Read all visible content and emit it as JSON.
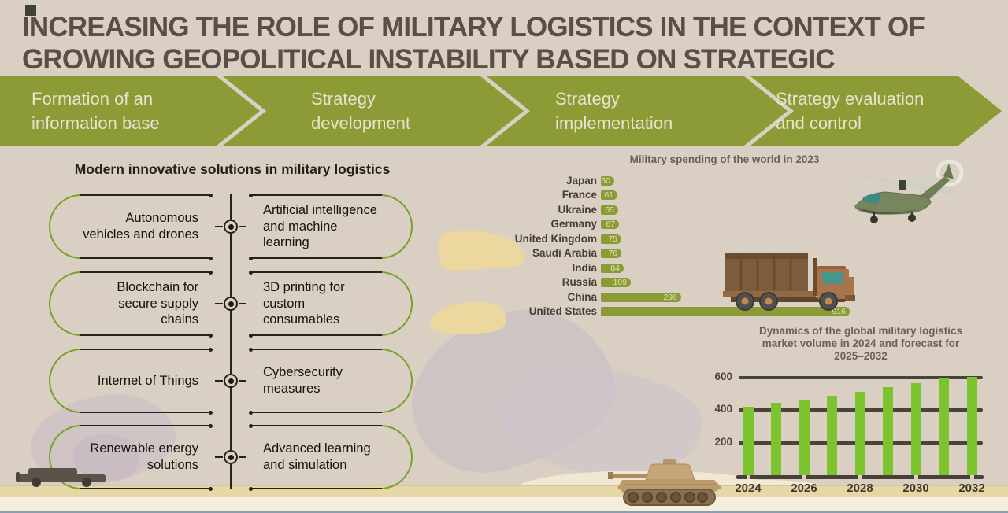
{
  "slide": {
    "title_lines": [
      "INCREASING THE ROLE OF MILITARY LOGISTICS IN THE CONTEXT OF",
      "GROWING GEOPOLITICAL INSTABILITY BASED ON STRATEGIC"
    ]
  },
  "process_steps": [
    {
      "label": "Formation of an\ninformation base"
    },
    {
      "label": "Strategy\ndevelopment"
    },
    {
      "label": "Strategy\nimplementation"
    },
    {
      "label": "Strategy evaluation\nand control"
    }
  ],
  "solutions": {
    "heading": "Modern innovative solutions in military logistics",
    "rows": [
      {
        "left": "Autonomous vehicles and drones",
        "right": "Artificial intelligence and machine learning"
      },
      {
        "left": "Blockchain for secure supply chains",
        "right": "3D printing for custom consumables"
      },
      {
        "left": "Internet of Things",
        "right": "Cybersecurity measures"
      },
      {
        "left": "Renewable energy solutions",
        "right": "Advanced learning and simulation"
      }
    ]
  },
  "chart_data": [
    {
      "type": "bar",
      "orientation": "horizontal",
      "title": "Military spending of the world in 2023",
      "categories": [
        "Japan",
        "France",
        "Ukraine",
        "Germany",
        "United Kingdom",
        "Saudi Arabia",
        "India",
        "Russia",
        "China",
        "United States"
      ],
      "values": [
        50,
        61,
        65,
        67,
        75,
        76,
        84,
        109,
        296,
        916
      ],
      "bar_color": "#8d9b36",
      "value_label_position": "inside-end",
      "grid": false
    },
    {
      "type": "bar",
      "title": "Dynamics of the global military logistics market volume in 2024 and forecast for 2025–2032",
      "title_lines": [
        "Dynamics of the global military logistics",
        "market volume in 2024 and forecast for",
        "2025–2032"
      ],
      "categories": [
        "2024",
        "2025",
        "2026",
        "2027",
        "2028",
        "2029",
        "2030",
        "2031",
        "2032"
      ],
      "values": [
        420,
        445,
        465,
        490,
        515,
        540,
        565,
        595,
        605
      ],
      "x_tick_labels": [
        "2024",
        "2026",
        "2028",
        "2030",
        "2032"
      ],
      "y_ticks": [
        200,
        400,
        600
      ],
      "ylim": [
        0,
        640
      ],
      "bar_color": "#7cc42d",
      "grid": true
    }
  ],
  "colors": {
    "background": "#d9cfc2",
    "olive_accent": "#8d9b36",
    "bright_green": "#7cc42d",
    "title_text": "#5a4f44",
    "dark_line": "#23231b",
    "green_cap": "#72a42a"
  },
  "decorations": {
    "illustrations": [
      "helicopter-illustration",
      "military-truck-illustration",
      "tank-illustration",
      "jeep-illustration"
    ]
  }
}
